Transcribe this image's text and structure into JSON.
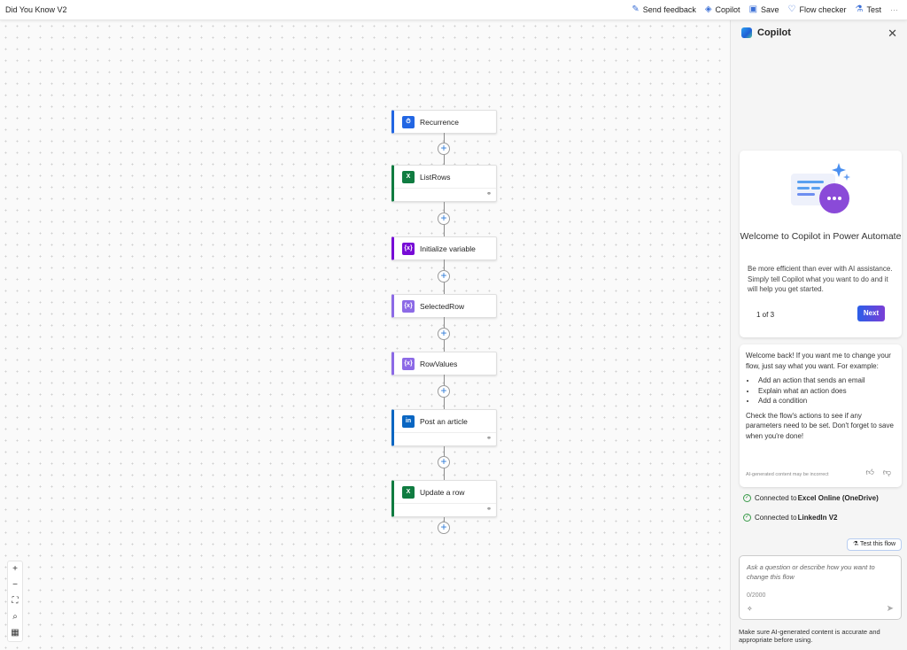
{
  "header": {
    "title": "Did You Know V2",
    "actions": [
      {
        "label": "Send feedback",
        "icon": "feedback-icon"
      },
      {
        "label": "Copilot",
        "icon": "copilot-icon"
      },
      {
        "label": "Save",
        "icon": "save-icon"
      },
      {
        "label": "Flow checker",
        "icon": "stethoscope-icon"
      },
      {
        "label": "Test",
        "icon": "flask-icon"
      }
    ],
    "more": "···"
  },
  "flow": {
    "steps": [
      {
        "label": "Recurrence",
        "color": "#2266e3",
        "icon": "⏱"
      },
      {
        "label": "ListRows",
        "color": "#107c41",
        "icon": "X"
      },
      {
        "label": "Initialize variable",
        "color": "#770bd6",
        "icon": "{x}"
      },
      {
        "label": "SelectedRow",
        "color": "#8c6ae6",
        "icon": "{x}"
      },
      {
        "label": "RowValues",
        "color": "#8c6ae6",
        "icon": "{x}"
      },
      {
        "label": "Post an article",
        "color": "#0a66c2",
        "icon": "in"
      },
      {
        "label": "Update a row",
        "color": "#107c41",
        "icon": "X"
      }
    ]
  },
  "copilot": {
    "title": "Copilot",
    "welcome": {
      "title": "Welcome to Copilot in Power Automate",
      "body": "Be more efficient than ever with AI assistance. Simply tell Copilot what you want to do and it will help you get started.",
      "page": "1 of 3",
      "next": "Next"
    },
    "message": {
      "intro": "Welcome back! If you want me to change your flow, just say what you want. For example:",
      "bullets": [
        "Add an action that sends an email",
        "Explain what an action does",
        "Add a condition"
      ],
      "outro": "Check the flow's actions to see if any parameters need to be set. Don't forget to save when you're done!",
      "disclaimer": "AI-generated content may be incorrect"
    },
    "connections": [
      {
        "prefix": "Connected to ",
        "name": "Excel Online (OneDrive)"
      },
      {
        "prefix": "Connected to ",
        "name": "LinkedIn V2"
      }
    ],
    "test_button": "Test this flow",
    "input": {
      "placeholder": "Ask a question or describe how you want to change this flow",
      "count": "0/2000"
    },
    "footnote": "Make sure AI-generated content is accurate and appropriate before using."
  }
}
